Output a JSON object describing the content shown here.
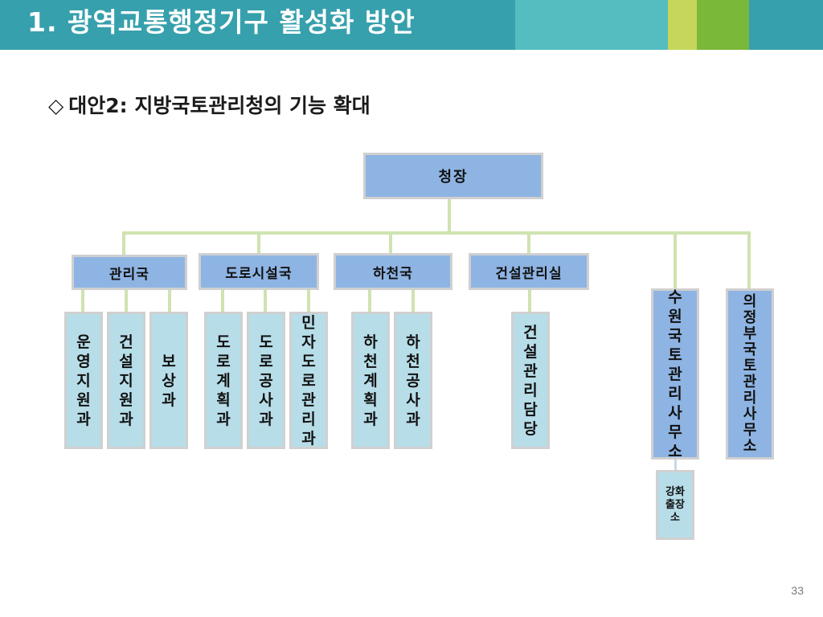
{
  "header": {
    "title": "1.  광역교통행정기구 활성화 방안",
    "colors": {
      "bar": "#36a0ad",
      "teal": "#55bdbf",
      "yellow_green": "#c5d65a",
      "green": "#7ab83a"
    }
  },
  "subtitle": {
    "marker": "◇",
    "text": "대안2: 지방국토관리청의 기능 확대"
  },
  "org": {
    "chief": "청장",
    "bureaus": [
      "관리국",
      "도로시설국",
      "하천국",
      "건설관리실"
    ],
    "sections": {
      "management": [
        "운영지원과",
        "건설지원과",
        "보상과"
      ],
      "road": [
        "도로계획과",
        "도로공사과",
        "민자도로관리과"
      ],
      "river": [
        "하천계획과",
        "하천공사과"
      ],
      "construction": [
        "건설관리담당"
      ]
    },
    "offices": [
      "수원국토관리사무소",
      "의정부국토관리사무소"
    ],
    "sub_office": "강화출장소",
    "colors": {
      "chief_and_bureaus": "#8eb4e3",
      "sections": "#b7dde8",
      "connector": "#cfe3b0"
    }
  },
  "page_number": "33"
}
